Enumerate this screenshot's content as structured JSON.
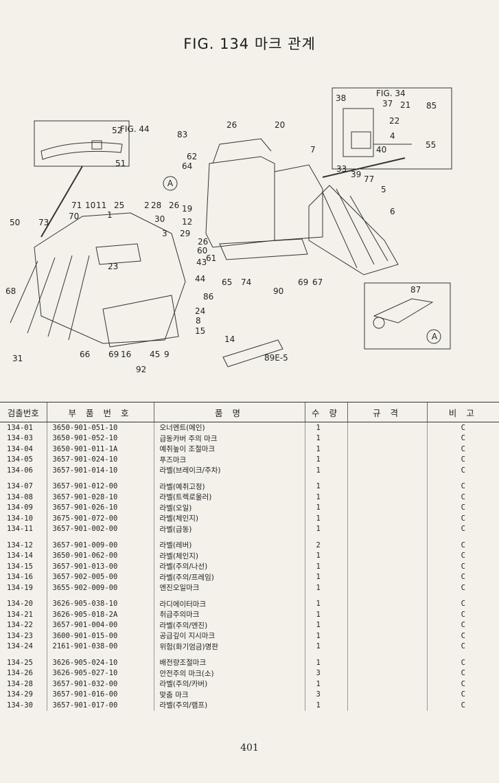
{
  "title": "FIG. 134 마크 관계",
  "page_number": "401",
  "figure": {
    "inset_fig44_label": "FIG. 44",
    "inset_fig34_label": "FIG. 34",
    "inset_a_label": "A",
    "main_a_label": "A",
    "plate_code": "89E-5",
    "callouts": {
      "c26a": "26",
      "c20": "20",
      "c83": "83",
      "c62": "62",
      "c64": "64",
      "c7": "7",
      "c33": "33",
      "c39": "39",
      "c77": "77",
      "c5": "5",
      "c6": "6",
      "c19": "19",
      "c12": "12",
      "c29": "29",
      "c26b": "26",
      "c60": "60",
      "c61": "61",
      "c43": "43",
      "c44": "44",
      "c86": "86",
      "c24": "24",
      "c8": "8",
      "c15": "15",
      "c65": "65",
      "c74": "74",
      "c90": "90",
      "c69a": "69",
      "c67": "67",
      "c50": "50",
      "c73": "73",
      "c71": "71",
      "c10": "10",
      "c11": "11",
      "c25": "25",
      "c2": "2",
      "c28": "28",
      "c26c": "26",
      "c30": "30",
      "c70": "70",
      "c1": "1",
      "c3": "3",
      "c23": "23",
      "c68": "68",
      "c31": "31",
      "c66": "66",
      "c69b": "69",
      "c16": "16",
      "c45": "45",
      "c9": "9",
      "c92": "92",
      "c14": "14",
      "c52": "52",
      "c51": "51",
      "c38": "38",
      "c37": "37",
      "c21": "21",
      "c85": "85",
      "c22": "22",
      "c4": "4",
      "c40": "40",
      "c55": "55",
      "c87": "87"
    }
  },
  "table": {
    "headers": [
      "검출번호",
      "부 품 번 호",
      "품 명",
      "수 량",
      "규 격",
      "비 고"
    ],
    "groups": [
      [
        {
          "no": "134-01",
          "part": "3650-901-051-10",
          "name": "오너멘트(메인)",
          "qty": "1",
          "spec": "",
          "note": "C"
        },
        {
          "no": "134-03",
          "part": "3650-901-052-10",
          "name": "급동카버 주의 마크",
          "qty": "1",
          "spec": "",
          "note": "C"
        },
        {
          "no": "134-04",
          "part": "3650-901-011-1A",
          "name": "예취높이 조절마크",
          "qty": "1",
          "spec": "",
          "note": "C"
        },
        {
          "no": "134-05",
          "part": "3657-901-024-10",
          "name": "푸즈마크",
          "qty": "1",
          "spec": "",
          "note": "C"
        },
        {
          "no": "134-06",
          "part": "3657-901-014-10",
          "name": "라벨(브레이크/주차)",
          "qty": "1",
          "spec": "",
          "note": "C"
        }
      ],
      [
        {
          "no": "134-07",
          "part": "3657-901-012-00",
          "name": "라벨(예취고정)",
          "qty": "1",
          "spec": "",
          "note": "C"
        },
        {
          "no": "134-08",
          "part": "3657-901-028-10",
          "name": "라벨(트렉로울러)",
          "qty": "1",
          "spec": "",
          "note": "C"
        },
        {
          "no": "134-09",
          "part": "3657-901-026-10",
          "name": "라벨(오일)",
          "qty": "1",
          "spec": "",
          "note": "C"
        },
        {
          "no": "134-10",
          "part": "3675-901-072-00",
          "name": "라벨(체인지)",
          "qty": "1",
          "spec": "",
          "note": "C"
        },
        {
          "no": "134-11",
          "part": "3657-901-002-00",
          "name": "라벨(급동)",
          "qty": "1",
          "spec": "",
          "note": "C"
        }
      ],
      [
        {
          "no": "134-12",
          "part": "3657-901-009-00",
          "name": "라벨(레버)",
          "qty": "2",
          "spec": "",
          "note": "C"
        },
        {
          "no": "134-14",
          "part": "3650-901-062-00",
          "name": "라벨(체인지)",
          "qty": "1",
          "spec": "",
          "note": "C"
        },
        {
          "no": "134-15",
          "part": "3657-901-013-00",
          "name": "라벨(주의/나선)",
          "qty": "1",
          "spec": "",
          "note": "C"
        },
        {
          "no": "134-16",
          "part": "3657-902-005-00",
          "name": "라벨(주의/프레임)",
          "qty": "1",
          "spec": "",
          "note": "C"
        },
        {
          "no": "134-19",
          "part": "3655-902-009-00",
          "name": "엔진오일마크",
          "qty": "1",
          "spec": "",
          "note": "C"
        }
      ],
      [
        {
          "no": "134-20",
          "part": "3626-905-038-10",
          "name": "라디에이터마크",
          "qty": "1",
          "spec": "",
          "note": "C"
        },
        {
          "no": "134-21",
          "part": "3626-905-018-2A",
          "name": "취급주의마크",
          "qty": "1",
          "spec": "",
          "note": "C"
        },
        {
          "no": "134-22",
          "part": "3657-901-004-00",
          "name": "라벨(주의/엔진)",
          "qty": "1",
          "spec": "",
          "note": "C"
        },
        {
          "no": "134-23",
          "part": "3600-901-015-00",
          "name": "공급깊이 지시마크",
          "qty": "1",
          "spec": "",
          "note": "C"
        },
        {
          "no": "134-24",
          "part": "2161-901-038-00",
          "name": "위험(화기엄금)명판",
          "qty": "1",
          "spec": "",
          "note": "C"
        }
      ],
      [
        {
          "no": "134-25",
          "part": "3626-905-024-10",
          "name": "배전량조절마크",
          "qty": "1",
          "spec": "",
          "note": "C"
        },
        {
          "no": "134-26",
          "part": "3626-905-027-10",
          "name": "안전주의 마크(소)",
          "qty": "3",
          "spec": "",
          "note": "C"
        },
        {
          "no": "134-28",
          "part": "3657-901-032-00",
          "name": "라벨(주의/카버)",
          "qty": "1",
          "spec": "",
          "note": "C"
        },
        {
          "no": "134-29",
          "part": "3657-901-016-00",
          "name": "맞춤 마크",
          "qty": "3",
          "spec": "",
          "note": "C"
        },
        {
          "no": "134-30",
          "part": "3657-901-017-00",
          "name": "라벨(주의/램프)",
          "qty": "1",
          "spec": "",
          "note": "C"
        }
      ]
    ]
  }
}
